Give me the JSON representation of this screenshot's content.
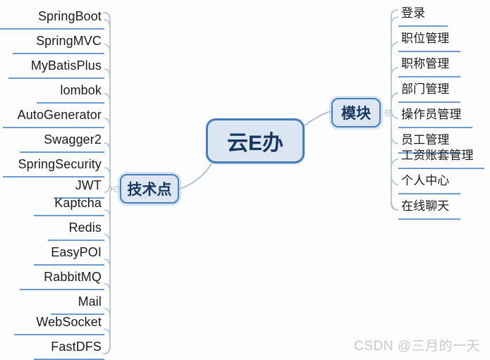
{
  "diagram": {
    "type": "mind-map",
    "root": {
      "label": "云E办"
    },
    "colors": {
      "node_fill": "#dce6f2",
      "node_border": "#4a7ebb",
      "underline": "#6b9bd2",
      "connector": "#a8bdd6",
      "text": "#1b1b1b",
      "watermark": "#c9c9c9",
      "background": "#fdfdfd"
    },
    "branches": [
      {
        "label": "技术点",
        "side": "left",
        "items": [
          {
            "label": "SpringBoot"
          },
          {
            "label": "SpringMVC"
          },
          {
            "label": "MyBatisPlus"
          },
          {
            "label": "lombok"
          },
          {
            "label": "AutoGenerator"
          },
          {
            "label": "Swagger2"
          },
          {
            "label": "SpringSecurity"
          },
          {
            "label": "JWT"
          },
          {
            "label": "Kaptcha"
          },
          {
            "label": "Redis"
          },
          {
            "label": "EasyPOI"
          },
          {
            "label": "RabbitMQ"
          },
          {
            "label": "Mail"
          },
          {
            "label": "WebSocket"
          },
          {
            "label": "FastDFS"
          }
        ]
      },
      {
        "label": "模块",
        "side": "right",
        "items": [
          {
            "label": "登录"
          },
          {
            "label": "职位管理"
          },
          {
            "label": "职称管理"
          },
          {
            "label": "部门管理"
          },
          {
            "label": "操作员管理"
          },
          {
            "label": "员工管理"
          },
          {
            "label": "工资账套管理"
          },
          {
            "label": "个人中心"
          },
          {
            "label": "在线聊天"
          }
        ]
      }
    ]
  },
  "watermark": {
    "text": "CSDN @三月的一天"
  }
}
